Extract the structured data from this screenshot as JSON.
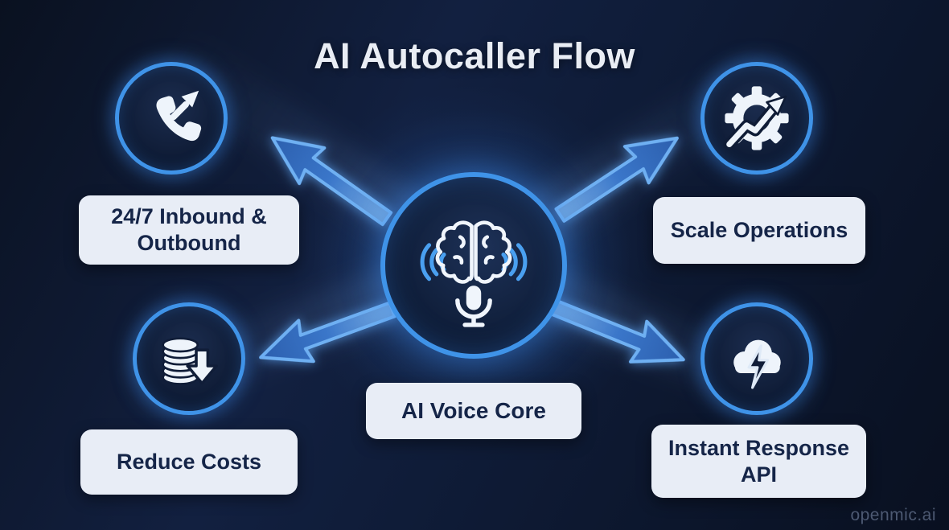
{
  "title": "AI Autocaller Flow",
  "watermark": "openmic.ai",
  "center": {
    "label": "AI Voice Core",
    "icon": "ai-voice-brain-mic-icon"
  },
  "nodes": [
    {
      "id": "inbound-outbound",
      "position": "top-left",
      "icon": "phone-outgoing-call-icon",
      "label": "24/7 Inbound & Outbound"
    },
    {
      "id": "scale-operations",
      "position": "top-right",
      "icon": "gear-growth-arrow-icon",
      "label": "Scale Operations"
    },
    {
      "id": "reduce-costs",
      "position": "bottom-left",
      "icon": "coins-stack-down-arrow-icon",
      "label": "Reduce Costs"
    },
    {
      "id": "instant-response-api",
      "position": "bottom-right",
      "icon": "cloud-lightning-icon",
      "label": "Instant Response API"
    }
  ],
  "colors": {
    "background": "#0d1730",
    "ring_blue": "#3f93e8",
    "wave_blue": "#4aa0f0",
    "arrow_fill": "#2f66b8",
    "arrow_stroke": "#6fb0f2",
    "label_bg": "#e8edf6",
    "label_text": "#152548",
    "title_text": "#e9edf4",
    "icon_white": "#eef4fb"
  }
}
